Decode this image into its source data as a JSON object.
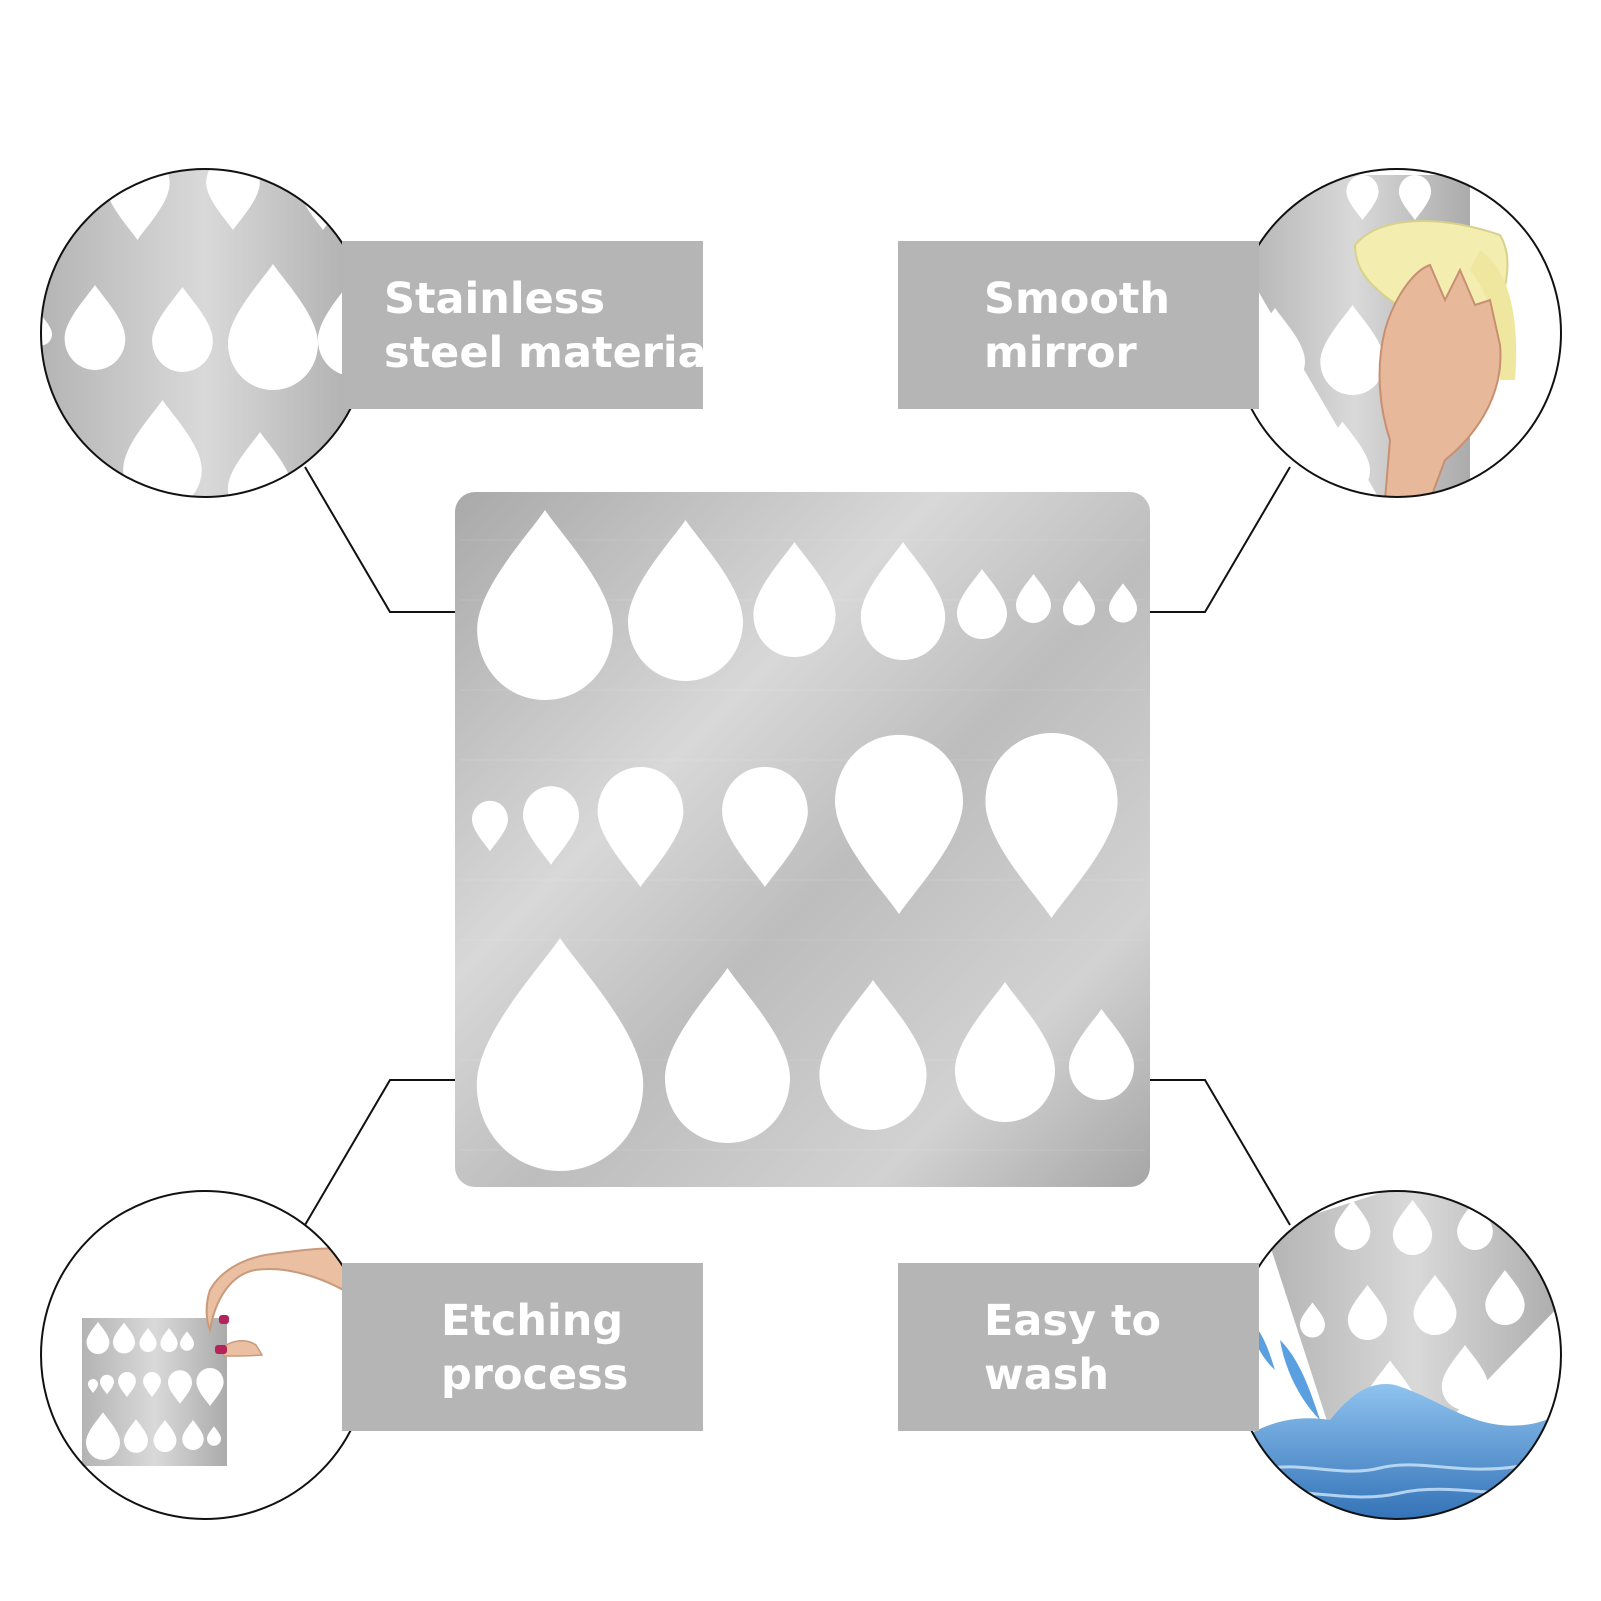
{
  "features": [
    {
      "id": "tl",
      "line1": "Stainless",
      "line2": "steel material",
      "icon": "stainless-steel-icon"
    },
    {
      "id": "tr",
      "line1": "Smooth",
      "line2": "mirror",
      "icon": "hand-cloth-icon"
    },
    {
      "id": "bl",
      "line1": "Etching",
      "line2": "process",
      "icon": "hand-holding-stencil-icon"
    },
    {
      "id": "br",
      "line1": "Easy to",
      "line2": "wash",
      "icon": "water-splash-icon"
    }
  ],
  "colors": {
    "label_bg": "#b5b5b5",
    "label_text": "#ffffff",
    "steel_light": "#d9d9d9",
    "steel_dark": "#a8a8a8",
    "water": "#4a8fd0"
  }
}
